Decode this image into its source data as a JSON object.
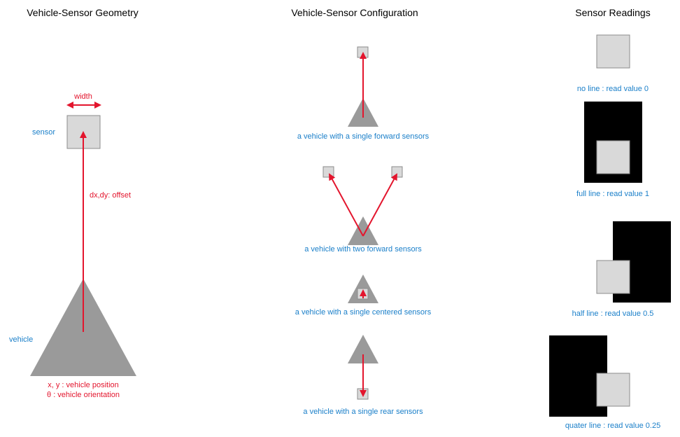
{
  "headings": {
    "geometry": "Vehicle-Sensor Geometry",
    "configuration": "Vehicle-Sensor Configuration",
    "readings": "Sensor Readings"
  },
  "geometry": {
    "width_label": "width",
    "sensor_label": "sensor",
    "offset_label": "dx,dy: offset",
    "vehicle_label": "vehicle",
    "position_label": "x, y : vehicle position",
    "orientation_label": "θ : vehicle orientation"
  },
  "configurations": [
    {
      "caption": "a vehicle with a single forward sensors"
    },
    {
      "caption": "a vehicle with two forward sensors"
    },
    {
      "caption": "a vehicle with a single centered sensors"
    },
    {
      "caption": "a vehicle with a single rear sensors"
    }
  ],
  "readings": [
    {
      "caption": "no line : read value 0",
      "value": 0
    },
    {
      "caption": "full line : read value 1",
      "value": 1
    },
    {
      "caption": "half line : read value 0.5",
      "value": 0.5
    },
    {
      "caption": "quater line : read value 0.25",
      "value": 0.25
    }
  ],
  "colors": {
    "annotation_red": "#e3152d",
    "label_blue": "#1a7fc9",
    "vehicle_gray": "#9a9a9a",
    "sensor_fill": "#d9d9d9",
    "line_black": "#000000"
  }
}
